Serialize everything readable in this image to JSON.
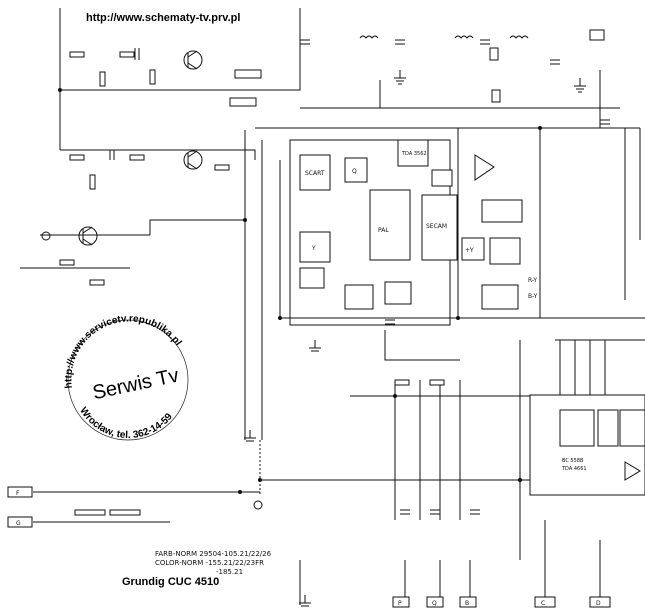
{
  "header": {
    "url": "http://www.schematy-tv.prv.pl"
  },
  "stamp": {
    "center": "Serwis Tv",
    "ring_top": "http://www.servicetv.republika.pl",
    "ring_bottom": "Wrocław, tel. 362-14-59"
  },
  "footer": {
    "parts_line1": "FARB-NORM 29504-105.21/22/26",
    "parts_line2": "COLOR-NORM -155.21/22/23FR",
    "parts_line3": "-185.21",
    "model": "Grundig  CUC 4510"
  },
  "blocks": [
    {
      "label": "SCART"
    },
    {
      "label": "Q"
    },
    {
      "label": "PAL"
    },
    {
      "label": "SECAM"
    },
    {
      "label": "Y"
    },
    {
      "label": "+Y"
    },
    {
      "label": "R-Y"
    },
    {
      "label": "B-Y"
    }
  ],
  "connectors": {
    "left": [
      "F",
      "G"
    ],
    "bottom": [
      "P",
      "Q",
      "B",
      "C",
      "D"
    ]
  },
  "chips": [
    {
      "label": "TDA 3562"
    },
    {
      "label": "BC 558B"
    },
    {
      "label": "TDA 4661"
    }
  ],
  "colors": {
    "ink": "#111111",
    "paper": "#ffffff"
  }
}
